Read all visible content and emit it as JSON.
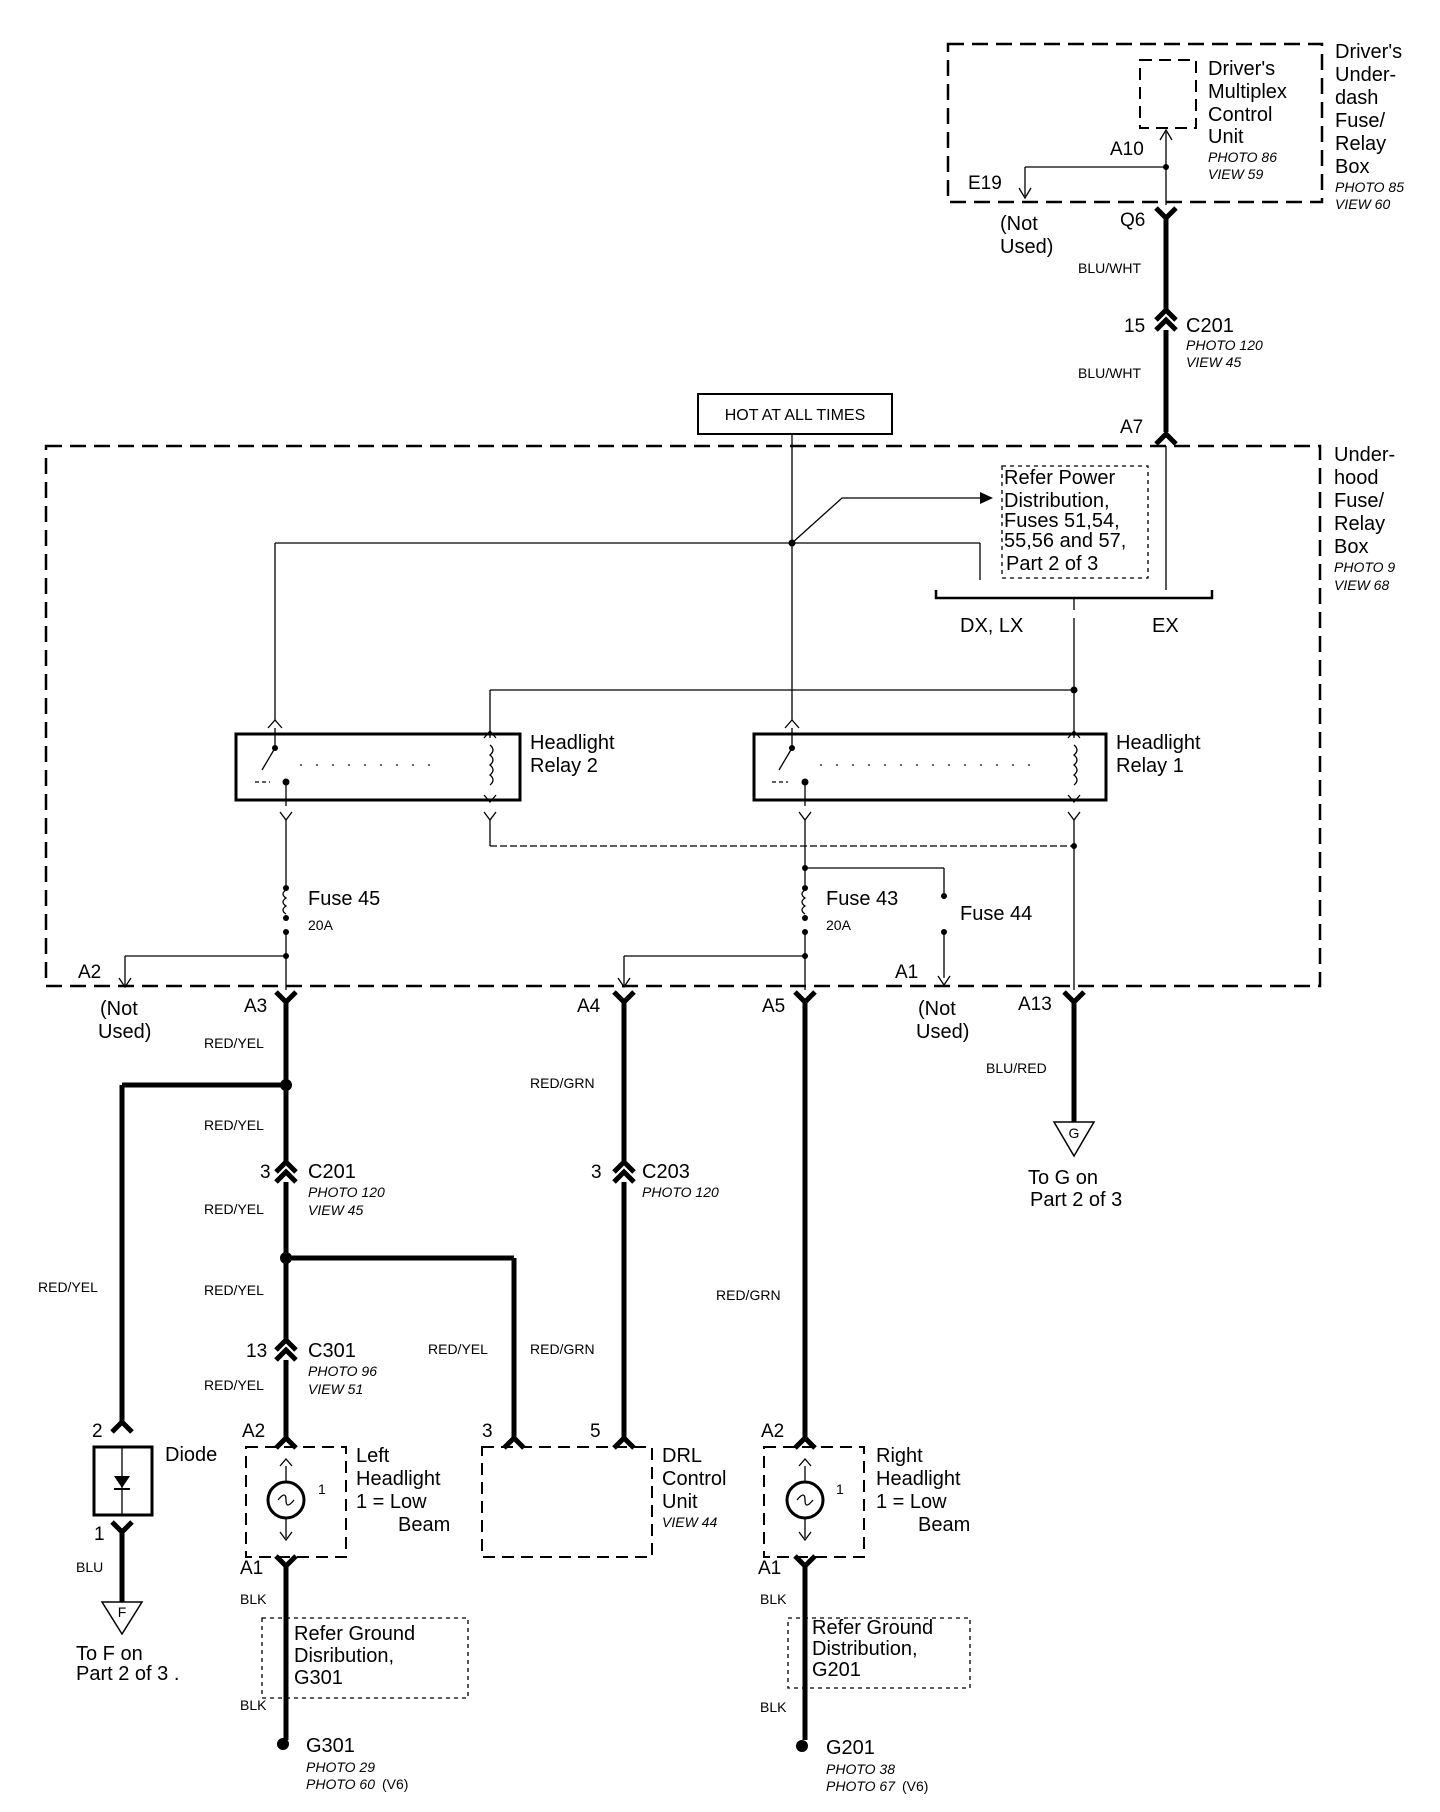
{
  "components": {
    "dmcu": {
      "name_lines": [
        "Driver's",
        "Multiplex",
        "Control",
        "Unit"
      ],
      "photo": "PHOTO 86",
      "view": "VIEW 59"
    },
    "underdash_box": {
      "name_lines": [
        "Driver's",
        "Under-",
        "dash",
        "Fuse/",
        "Relay",
        "Box"
      ],
      "photo": "PHOTO 85",
      "view": "VIEW 60"
    },
    "underhood_box": {
      "name_lines": [
        "Under-",
        "hood",
        "Fuse/",
        "Relay",
        "Box"
      ],
      "photo": "PHOTO 9",
      "view": "VIEW 68"
    },
    "hot_at_all_times": "HOT AT ALL TIMES",
    "refer_power": {
      "lines": [
        "Refer Power",
        "Distribution,",
        "Fuses 51,54,",
        "55,56 and 57,",
        "Part 2 of 3"
      ]
    },
    "variants": {
      "left": "DX, LX",
      "right": "EX"
    },
    "relay2": {
      "name_lines": [
        "Headlight",
        "Relay 2"
      ]
    },
    "relay1": {
      "name_lines": [
        "Headlight",
        "Relay 1"
      ]
    },
    "fuse45": {
      "name": "Fuse  45",
      "rating": "20A"
    },
    "fuse43": {
      "name": "Fuse  43",
      "rating": "20A"
    },
    "fuse44": {
      "name": "Fuse  44"
    },
    "diode": {
      "name": "Diode"
    },
    "left_headlight": {
      "name_lines": [
        "Left",
        "Headlight",
        "1 =  Low",
        "Beam"
      ],
      "pin_label": "1"
    },
    "drl_unit": {
      "name_lines": [
        "DRL",
        "Control",
        "Unit"
      ],
      "view": "VIEW 44"
    },
    "right_headlight": {
      "name_lines": [
        "Right",
        "Headlight",
        "1 =  Low",
        "Beam"
      ],
      "pin_label": "1"
    },
    "ground_g301": {
      "lines": [
        "Refer Ground",
        "Disribution,",
        "G301"
      ]
    },
    "ground_g201": {
      "lines": [
        "Refer Ground",
        "Distribution,",
        "G201"
      ]
    },
    "g301": {
      "name": "G301",
      "photo1": "PHOTO 29",
      "photo2": "PHOTO 60",
      "note": "(V6)"
    },
    "g201": {
      "name": "G201",
      "photo1": "PHOTO 38",
      "photo2": "PHOTO 67",
      "note": "(V6)"
    },
    "to_f": {
      "symbol": "F",
      "lines": [
        "To F on",
        "Part 2 of 3 ."
      ]
    },
    "to_g": {
      "symbol": "G",
      "lines": [
        "To G on",
        "Part 2 of 3"
      ]
    }
  },
  "connectors": {
    "c201_top": {
      "name": "C201",
      "pin": "15",
      "photo": "PHOTO 120",
      "view": "VIEW 45"
    },
    "c201_left": {
      "name": "C201",
      "pin": "3",
      "photo": "PHOTO 120",
      "view": "VIEW 45"
    },
    "c203": {
      "name": "C203",
      "pin": "3",
      "photo": "PHOTO 120"
    },
    "c301": {
      "name": "C301",
      "pin": "13",
      "photo": "PHOTO 96",
      "view": "VIEW 51"
    }
  },
  "pins": {
    "a10": "A10",
    "e19": "E19",
    "q6": "Q6",
    "a7": "A7",
    "a2": "A2",
    "a3": "A3",
    "a4": "A4",
    "a5": "A5",
    "a1": "A1",
    "a13": "A13",
    "diode_in": "2",
    "diode_out": "1",
    "lh_a2": "A2",
    "lh_a1": "A1",
    "drl_3": "3",
    "drl_5": "5",
    "rh_a2": "A2",
    "rh_a1": "A1"
  },
  "not_used": [
    "(Not",
    "Used)"
  ],
  "wires": {
    "blu_wht": "BLU/WHT",
    "red_yel": "RED/YEL",
    "red_grn": "RED/GRN",
    "blu_red": "BLU/RED",
    "blu": "BLU",
    "blk": "BLK"
  }
}
